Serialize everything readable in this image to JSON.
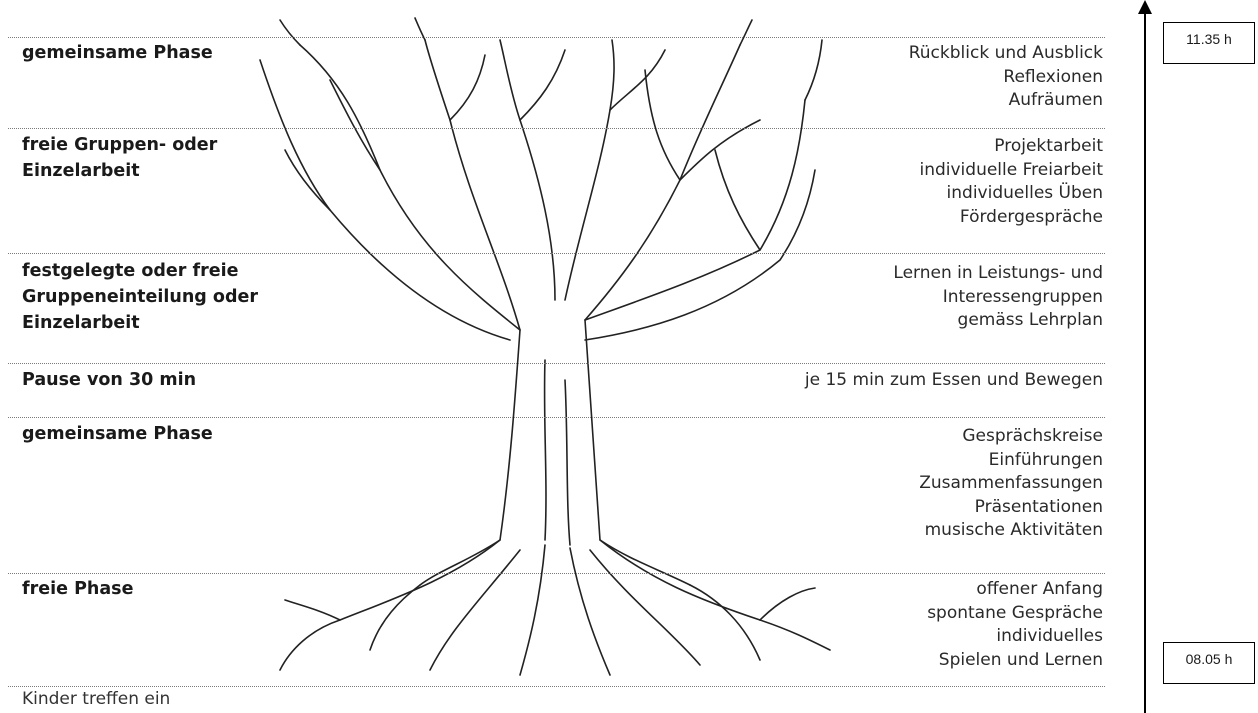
{
  "phases": [
    {
      "title_lines": [
        "gemeinsame Phase"
      ],
      "details": [
        "Rückblick und Ausblick",
        "Reflexionen",
        "Aufräumen"
      ]
    },
    {
      "title_lines": [
        "freie Gruppen- oder",
        "Einzelarbeit"
      ],
      "details": [
        "Projektarbeit",
        "individuelle Freiarbeit",
        "individuelles Üben",
        "Fördergespräche"
      ]
    },
    {
      "title_lines": [
        "festgelegte oder freie",
        "Gruppeneinteilung oder",
        "Einzelarbeit"
      ],
      "details": [
        "Lernen in Leistungs- und",
        "Interessengruppen",
        "gemäss Lehrplan"
      ]
    },
    {
      "title_lines": [
        "Pause von 30 min"
      ],
      "details": [
        "je 15 min zum Essen und Bewegen"
      ]
    },
    {
      "title_lines": [
        "gemeinsame Phase"
      ],
      "details": [
        "Gesprächskreise",
        "Einführungen",
        "Zusammenfassungen",
        "Präsentationen",
        "musische Aktivitäten"
      ]
    },
    {
      "title_lines": [
        "freie Phase"
      ],
      "details": [
        "offener Anfang",
        "spontane Gespräche",
        "individuelles",
        "Spielen und Lernen"
      ]
    }
  ],
  "footer": "Kinder treffen ein",
  "timeline": {
    "end_time": "11.35 h",
    "start_time": "08.05 h"
  }
}
